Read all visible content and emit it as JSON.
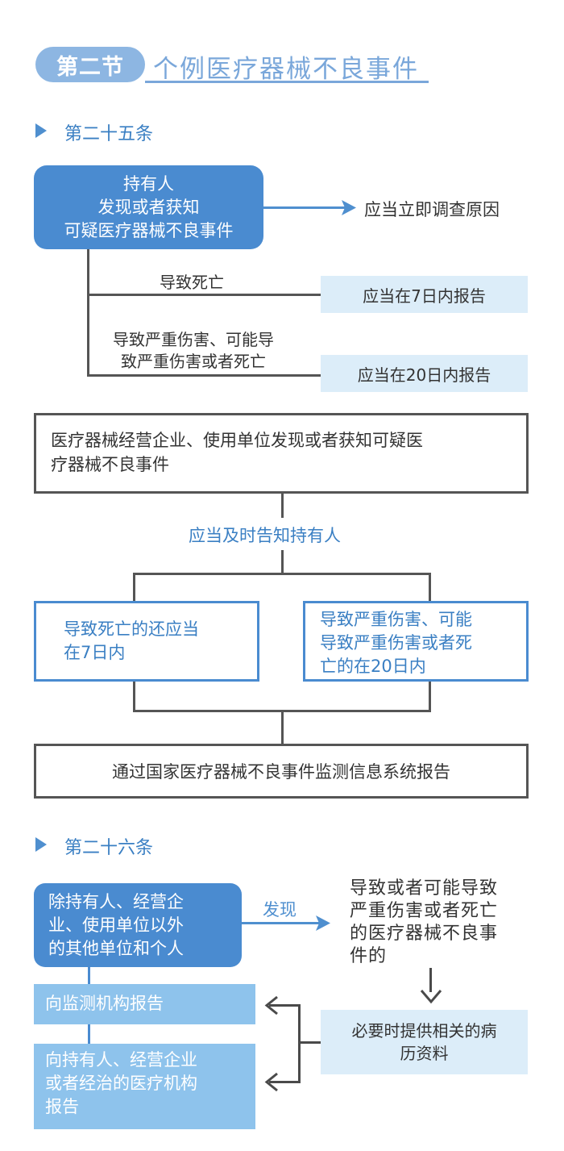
{
  "header": {
    "badge": "第二节",
    "title": "个例医疗器械不良事件"
  },
  "article25": {
    "heading": "第二十五条",
    "holder_box": [
      "持有人",
      "发现或者获知",
      "可疑医疗器械不良事件"
    ],
    "immediate_action": "应当立即调查原因",
    "branch1_label": "导致死亡",
    "branch1_result": "应当在7日内报告",
    "branch2_label": [
      "导致严重伤害、可能导",
      "致严重伤害或者死亡"
    ],
    "branch2_result": "应当在20日内报告",
    "enterprise_box": [
      "医疗器械经营企业、使用单位发现或者获知可疑医",
      "疗器械不良事件"
    ],
    "notify_label": "应当及时告知持有人",
    "left_box": [
      "导致死亡的还应当",
      "在7日内"
    ],
    "right_box": [
      "导致严重伤害、可能",
      "导致严重伤害或者死",
      "亡的在20日内"
    ],
    "report_box": "通过国家医疗器械不良事件监测信息系统报告"
  },
  "article26": {
    "heading": "第二十六条",
    "others_box": [
      "除持有人、经营企",
      "业、使用单位以外",
      "的其他单位和个人"
    ],
    "discover_label": "发现",
    "event_text": [
      "导致或者可能导致",
      "严重伤害或者死亡",
      "的医疗器械不良事",
      "件的"
    ],
    "provide_box": [
      "必要时提供相关的病",
      "历资料"
    ],
    "report_monitor": "向监测机构报告",
    "report_holder": [
      "向持有人、经营企业",
      "或者经治的医疗机构",
      "报告"
    ]
  },
  "colors": {
    "primary_blue": "#4a8bd0",
    "light_blue": "#dcedf9",
    "mid_blue": "#8ec3ec",
    "header_blue": "#8db6e2",
    "dark_gray": "#555555"
  }
}
